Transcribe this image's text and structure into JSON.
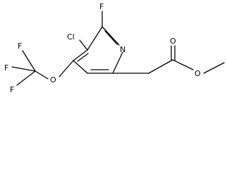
{
  "molecule": {
    "atoms": [
      {
        "id": "F_top",
        "label": "F"
      },
      {
        "id": "Cl",
        "label": "Cl"
      },
      {
        "id": "N",
        "label": "N"
      },
      {
        "id": "O_ether",
        "label": "O"
      },
      {
        "id": "F_cf3_top",
        "label": "F"
      },
      {
        "id": "F_cf3_left",
        "label": "F"
      },
      {
        "id": "F_cf3_bottom",
        "label": "F"
      },
      {
        "id": "O_carbonyl",
        "label": "O"
      },
      {
        "id": "O_ester",
        "label": "O"
      }
    ]
  },
  "colors": {
    "bond": "#000000",
    "label": "#000000",
    "background": "#ffffff"
  }
}
